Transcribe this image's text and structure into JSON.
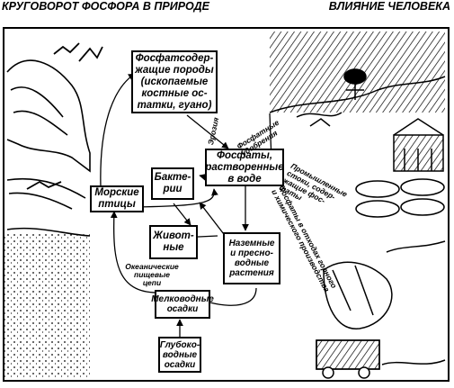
{
  "titles": {
    "left": "КРУГОВОРОТ ФОСФОРА В ПРИРОДЕ",
    "right": "ВЛИЯНИЕ ЧЕЛОВЕКА"
  },
  "nodes": {
    "rocks": "Фосфатсодер-\nжащие породы\n(ископаемые\nкостные ос-\nтатки, гуано)",
    "dissolved": "Фосфаты,\nрастворенные\nв воде",
    "bacteria": "Бакте-\nрии",
    "animals": "Живот-\nные",
    "plants": "Наземные\nи пресно-\nводные\nрастения",
    "seabirds": "Морские\nптицы",
    "shallow": "Мелководные\nосадки",
    "deep": "Глубоко-\nводные\nосадки"
  },
  "labels": {
    "erosion": "Эрозия",
    "fertilizers": "Фосфатные\nудобрения",
    "industrial": "Промышленные\nстоки, содер-\nжащие фос-\nфаты",
    "ocean_chains": "Океанические\nпищевые\nцепи",
    "mining": "Фосфаты в отходах горного\nи химического производства"
  }
}
